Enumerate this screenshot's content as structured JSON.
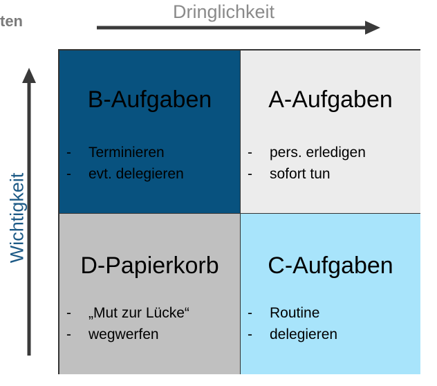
{
  "corner_text": "ten",
  "x_axis": {
    "label": "Dringlichkeit"
  },
  "y_axis": {
    "label": "Wichtigkeit"
  },
  "colors": {
    "b_quadrant": "#08527f",
    "a_quadrant": "#ececec",
    "d_quadrant": "#c0c0c0",
    "c_quadrant": "#a8e4fb",
    "arrow": "#3a3a3a",
    "y_label": "#1d5a86"
  },
  "quadrants": {
    "b": {
      "title": "B-Aufgaben",
      "items": [
        "Terminieren",
        "evt. delegieren"
      ]
    },
    "a": {
      "title": "A-Aufgaben",
      "items": [
        "pers. erledigen",
        "sofort tun"
      ]
    },
    "d": {
      "title": "D-Papierkorb",
      "items": [
        "„Mut zur Lücke“",
        "wegwerfen"
      ]
    },
    "c": {
      "title": "C-Aufgaben",
      "items": [
        "Routine",
        "delegieren"
      ]
    }
  },
  "bullet_char": "-"
}
